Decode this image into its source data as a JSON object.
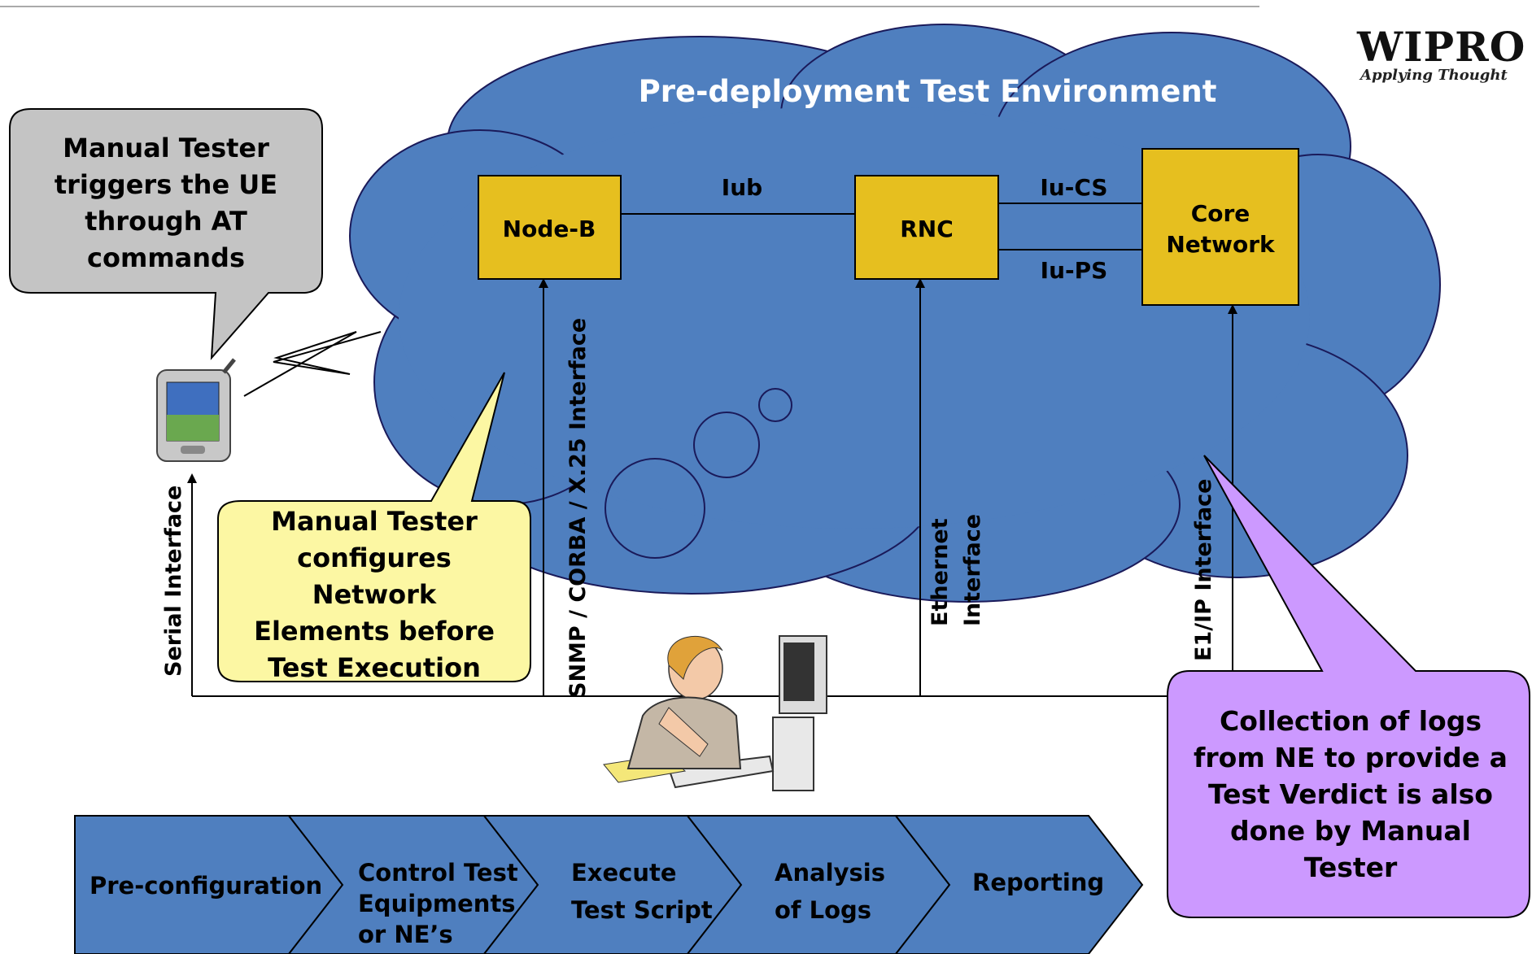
{
  "logo": {
    "word": "WIPRO",
    "tagline": "Applying Thought"
  },
  "cloud": {
    "title": "Pre-deployment Test Environment"
  },
  "nodes": {
    "node_b": "Node-B",
    "rnc": "RNC",
    "core_network": [
      "Core",
      "Network"
    ]
  },
  "links": {
    "iub": "Iub",
    "iu_cs": "Iu-CS",
    "iu_ps": "Iu-PS"
  },
  "interfaces": {
    "serial": "Serial Interface",
    "snmp": "SNMP / CORBA / X.25 Interface",
    "ethernet": [
      "Ethernet",
      "Interface"
    ],
    "e1ip": "E1/IP Interface"
  },
  "callouts": {
    "gray": [
      "Manual Tester",
      "triggers the UE",
      "through AT",
      "commands"
    ],
    "yellow": [
      "Manual Tester",
      "configures",
      "Network",
      "Elements before",
      "Test Execution"
    ],
    "purple": [
      "Collection of logs",
      "from NE to provide a",
      "Test Verdict is also",
      "done by Manual",
      "Tester"
    ]
  },
  "process_steps": [
    {
      "lines": [
        "Pre-configuration"
      ]
    },
    {
      "lines": [
        "Control Test",
        "Equipments",
        "or NE’s"
      ]
    },
    {
      "lines": [
        "Execute",
        "Test Script"
      ]
    },
    {
      "lines": [
        "Analysis",
        "of Logs"
      ]
    },
    {
      "lines": [
        "Reporting"
      ]
    }
  ],
  "colors": {
    "cloud": "#4f7fbf",
    "node_fill": "#e6bf1f",
    "gray_callout": "#c4c4c4",
    "yellow_callout": "#fcf7a3",
    "purple_callout": "#cc99ff",
    "chevron": "#4f7fbf"
  }
}
